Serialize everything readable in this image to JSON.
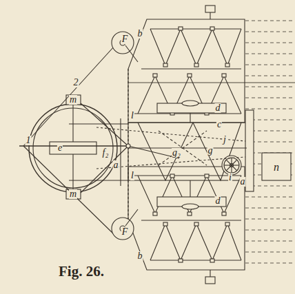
{
  "diagram": {
    "caption": "Fig. 26.",
    "labels": [
      "F",
      "b",
      "2",
      "m",
      "d",
      "c",
      "l",
      "1",
      "e",
      "f₂",
      "j",
      "g₂",
      "g",
      "i",
      "a",
      "l",
      "m",
      "n",
      "a",
      "d",
      "F",
      "b"
    ]
  }
}
